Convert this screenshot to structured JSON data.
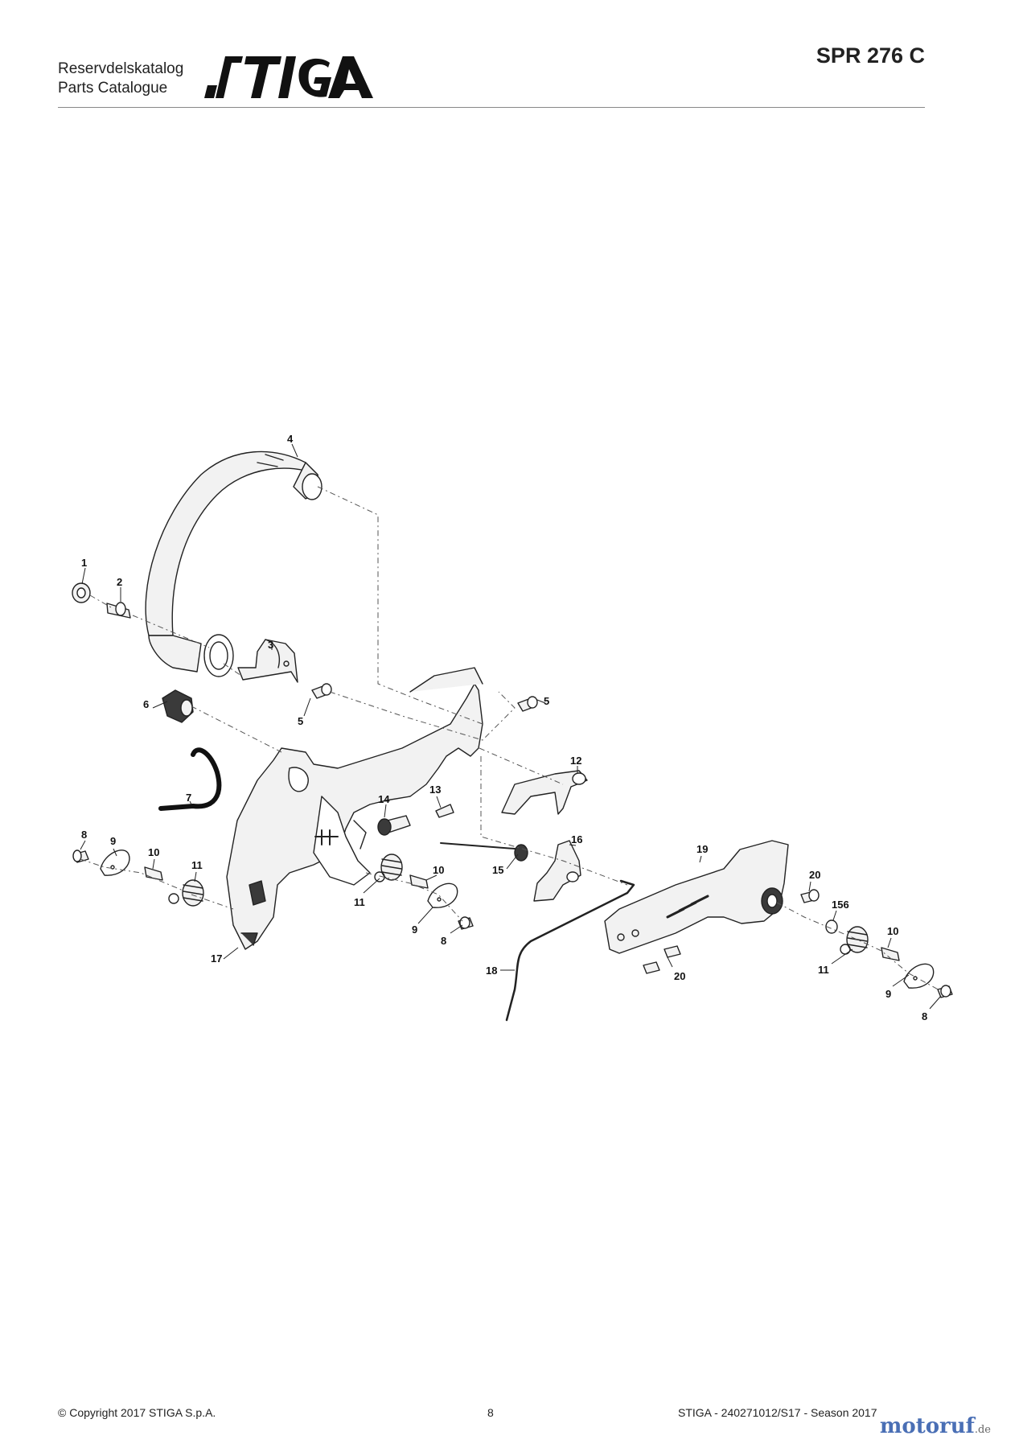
{
  "header": {
    "catalog_line1": "Reservdelskatalog",
    "catalog_line2": "Parts Catalogue",
    "brand": "STIGA",
    "model": "SPR 276 C"
  },
  "diagram": {
    "callouts": [
      {
        "id": "c4",
        "label": "4"
      },
      {
        "id": "c1",
        "label": "1"
      },
      {
        "id": "c2",
        "label": "2"
      },
      {
        "id": "c3",
        "label": "3"
      },
      {
        "id": "c5a",
        "label": "5"
      },
      {
        "id": "c5b",
        "label": "5"
      },
      {
        "id": "c6",
        "label": "6"
      },
      {
        "id": "c12",
        "label": "12"
      },
      {
        "id": "c7",
        "label": "7"
      },
      {
        "id": "c13",
        "label": "13"
      },
      {
        "id": "c14",
        "label": "14"
      },
      {
        "id": "c8a",
        "label": "8"
      },
      {
        "id": "c9a",
        "label": "9"
      },
      {
        "id": "c10a",
        "label": "10"
      },
      {
        "id": "c11a",
        "label": "11"
      },
      {
        "id": "c16",
        "label": "16"
      },
      {
        "id": "c15",
        "label": "15"
      },
      {
        "id": "c10b",
        "label": "10"
      },
      {
        "id": "c11b",
        "label": "11"
      },
      {
        "id": "c9b",
        "label": "9"
      },
      {
        "id": "c8b",
        "label": "8"
      },
      {
        "id": "c17",
        "label": "17"
      },
      {
        "id": "c18",
        "label": "18"
      },
      {
        "id": "c19",
        "label": "19"
      },
      {
        "id": "c20a",
        "label": "20"
      },
      {
        "id": "c156",
        "label": "156"
      },
      {
        "id": "c20b",
        "label": "20"
      },
      {
        "id": "c10c",
        "label": "10"
      },
      {
        "id": "c11c",
        "label": "11"
      },
      {
        "id": "c9c",
        "label": "9"
      },
      {
        "id": "c8c",
        "label": "8"
      }
    ]
  },
  "footer": {
    "copyright": "© Copyright 2017 STIGA S.p.A.",
    "page_number": "8",
    "doc_ref": "STIGA - 240271012/S17 - Season 2017"
  },
  "watermark": {
    "text": "motoruf",
    "tld": ".de"
  },
  "colors": {
    "line": "#222222",
    "light_fill": "#f2f2f2",
    "dark_fill": "#3a3a3a",
    "watermark": "#4a6fb5"
  }
}
